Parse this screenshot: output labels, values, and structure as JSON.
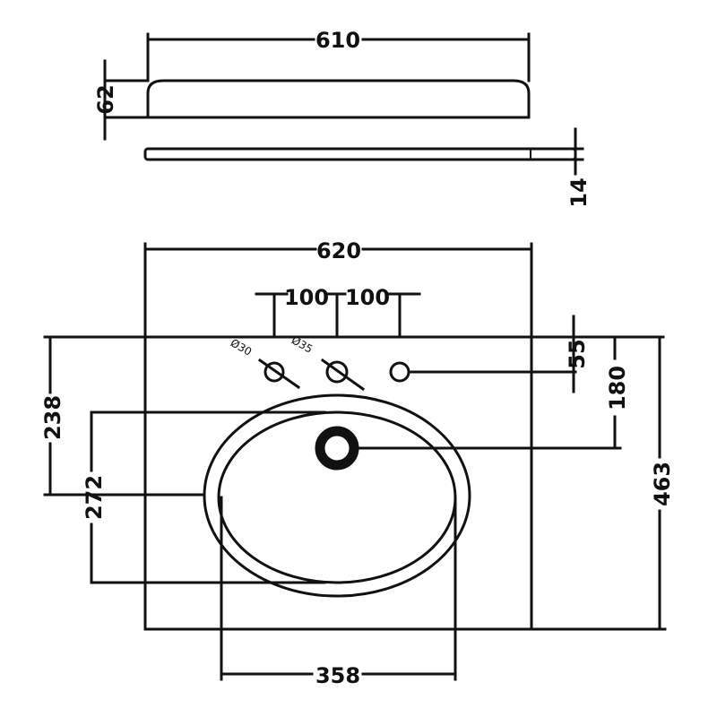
{
  "colors": {
    "line": "#111111",
    "background": "#ffffff"
  },
  "top_view": {
    "width_label": "610",
    "height_label": "62",
    "thickness_label": "14"
  },
  "plan_view": {
    "top_width_label": "620",
    "tap_spacing_left": "100",
    "tap_spacing_right": "100",
    "hole_small_label": "Ø30",
    "hole_large_label": "Ø35",
    "depth_55_label": "55",
    "depth_180_label": "180",
    "depth_238_label": "238",
    "bowl_depth_label": "272",
    "overall_depth_label": "463",
    "bowl_width_label": "358"
  }
}
